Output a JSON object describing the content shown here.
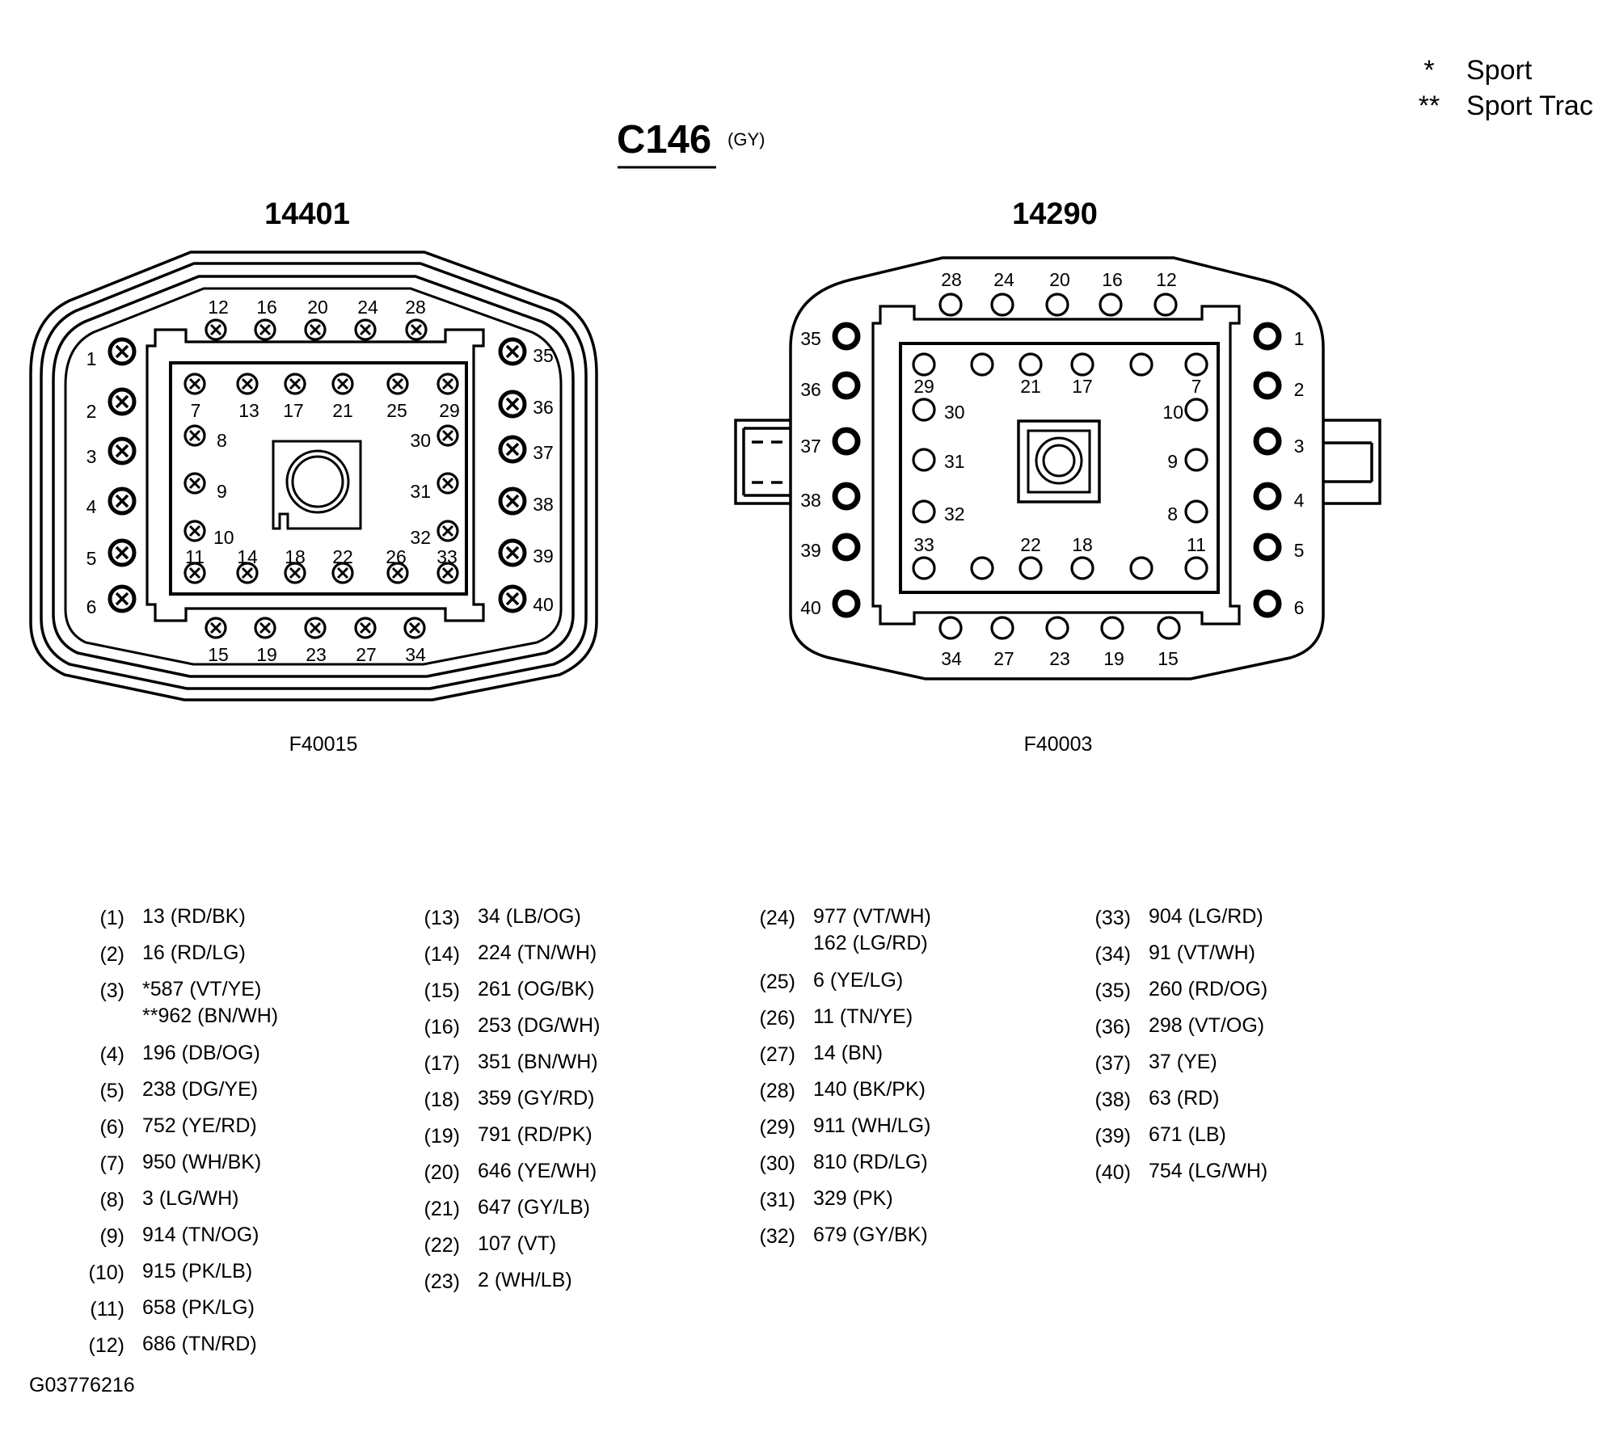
{
  "connector": {
    "id": "C146",
    "color_code": "(GY)"
  },
  "legend": [
    {
      "mark": "*",
      "text": "Sport"
    },
    {
      "mark": "**",
      "text": "Sport Trac"
    }
  ],
  "left_view": {
    "part_number": "14401",
    "figure_id": "F40015",
    "pins_top": [
      "12",
      "16",
      "20",
      "24",
      "28"
    ],
    "pins_bottom": [
      "15",
      "19",
      "23",
      "27",
      "34"
    ],
    "pins_left": [
      "1",
      "2",
      "3",
      "4",
      "5",
      "6"
    ],
    "pins_right": [
      "35",
      "36",
      "37",
      "38",
      "39",
      "40"
    ],
    "inner_top_row": [
      "7",
      "13",
      "17",
      "21",
      "25",
      "29"
    ],
    "inner_left_col": [
      "8",
      "9",
      "10"
    ],
    "inner_right_col": [
      "30",
      "31",
      "32"
    ],
    "inner_bottom_row": [
      "11",
      "14",
      "18",
      "22",
      "26",
      "33"
    ]
  },
  "right_view": {
    "part_number": "14290",
    "figure_id": "F40003",
    "pins_top": [
      "28",
      "24",
      "20",
      "16",
      "12"
    ],
    "pins_bottom": [
      "34",
      "27",
      "23",
      "19",
      "15"
    ],
    "pins_left": [
      "35",
      "36",
      "37",
      "38",
      "39",
      "40"
    ],
    "pins_right": [
      "1",
      "2",
      "3",
      "4",
      "5",
      "6"
    ],
    "inner_top_labels": [
      "29",
      "21",
      "17",
      "7"
    ],
    "inner_left_col": [
      "30",
      "31",
      "32"
    ],
    "inner_right_col": [
      "10",
      "9",
      "8"
    ],
    "inner_bottom_labels": [
      "33",
      "22",
      "18",
      "11"
    ]
  },
  "pin_table": {
    "columns": [
      [
        {
          "pin": "(1)",
          "lines": [
            "13 (RD/BK)"
          ]
        },
        {
          "pin": "(2)",
          "lines": [
            "16 (RD/LG)"
          ]
        },
        {
          "pin": "(3)",
          "lines": [
            "*587 (VT/YE)",
            "**962 (BN/WH)"
          ]
        },
        {
          "pin": "(4)",
          "lines": [
            "196 (DB/OG)"
          ]
        },
        {
          "pin": "(5)",
          "lines": [
            "238 (DG/YE)"
          ]
        },
        {
          "pin": "(6)",
          "lines": [
            "752 (YE/RD)"
          ]
        },
        {
          "pin": "(7)",
          "lines": [
            "950 (WH/BK)"
          ]
        },
        {
          "pin": "(8)",
          "lines": [
            "3 (LG/WH)"
          ]
        },
        {
          "pin": "(9)",
          "lines": [
            "914 (TN/OG)"
          ]
        },
        {
          "pin": "(10)",
          "lines": [
            "915 (PK/LB)"
          ]
        },
        {
          "pin": "(11)",
          "lines": [
            "658 (PK/LG)"
          ]
        },
        {
          "pin": "(12)",
          "lines": [
            "686 (TN/RD)"
          ]
        }
      ],
      [
        {
          "pin": "(13)",
          "lines": [
            "34 (LB/OG)"
          ]
        },
        {
          "pin": "(14)",
          "lines": [
            "224 (TN/WH)"
          ]
        },
        {
          "pin": "(15)",
          "lines": [
            "261 (OG/BK)"
          ]
        },
        {
          "pin": "(16)",
          "lines": [
            "253 (DG/WH)"
          ]
        },
        {
          "pin": "(17)",
          "lines": [
            "351 (BN/WH)"
          ]
        },
        {
          "pin": "(18)",
          "lines": [
            "359 (GY/RD)"
          ]
        },
        {
          "pin": "(19)",
          "lines": [
            "791 (RD/PK)"
          ]
        },
        {
          "pin": "(20)",
          "lines": [
            "646 (YE/WH)"
          ]
        },
        {
          "pin": "(21)",
          "lines": [
            "647 (GY/LB)"
          ]
        },
        {
          "pin": "(22)",
          "lines": [
            "107 (VT)"
          ]
        },
        {
          "pin": "(23)",
          "lines": [
            "2 (WH/LB)"
          ]
        }
      ],
      [
        {
          "pin": "(24)",
          "lines": [
            "977 (VT/WH)",
            "162 (LG/RD)"
          ]
        },
        {
          "pin": "(25)",
          "lines": [
            "6 (YE/LG)"
          ]
        },
        {
          "pin": "(26)",
          "lines": [
            "11 (TN/YE)"
          ]
        },
        {
          "pin": "(27)",
          "lines": [
            "14 (BN)"
          ]
        },
        {
          "pin": "(28)",
          "lines": [
            "140 (BK/PK)"
          ]
        },
        {
          "pin": "(29)",
          "lines": [
            "911 (WH/LG)"
          ]
        },
        {
          "pin": "(30)",
          "lines": [
            "810 (RD/LG)"
          ]
        },
        {
          "pin": "(31)",
          "lines": [
            "329 (PK)"
          ]
        },
        {
          "pin": "(32)",
          "lines": [
            "679 (GY/BK)"
          ]
        }
      ],
      [
        {
          "pin": "(33)",
          "lines": [
            "904 (LG/RD)"
          ]
        },
        {
          "pin": "(34)",
          "lines": [
            "91 (VT/WH)"
          ]
        },
        {
          "pin": "(35)",
          "lines": [
            "260 (RD/OG)"
          ]
        },
        {
          "pin": "(36)",
          "lines": [
            "298 (VT/OG)"
          ]
        },
        {
          "pin": "(37)",
          "lines": [
            "37 (YE)"
          ]
        },
        {
          "pin": "(38)",
          "lines": [
            "63 (RD)"
          ]
        },
        {
          "pin": "(39)",
          "lines": [
            "671 (LB)"
          ]
        },
        {
          "pin": "(40)",
          "lines": [
            "754 (LG/WH)"
          ]
        }
      ]
    ]
  },
  "drawing_id": "G03776216"
}
